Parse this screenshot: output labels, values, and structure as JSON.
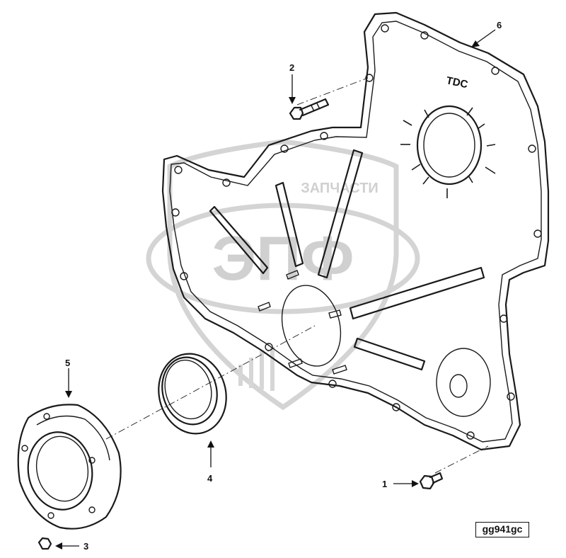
{
  "watermark": {
    "brand": "ЭПФ",
    "tagline": "ЗАПЧАСТИ"
  },
  "diagram": {
    "ref_code": "gg941gc",
    "cover_marking": "TDC",
    "callouts": [
      "1",
      "2",
      "3",
      "4",
      "5",
      "6"
    ]
  },
  "colors": {
    "line": "#1a1a1a",
    "watermark": "#d4d4d4",
    "background": "#ffffff"
  }
}
